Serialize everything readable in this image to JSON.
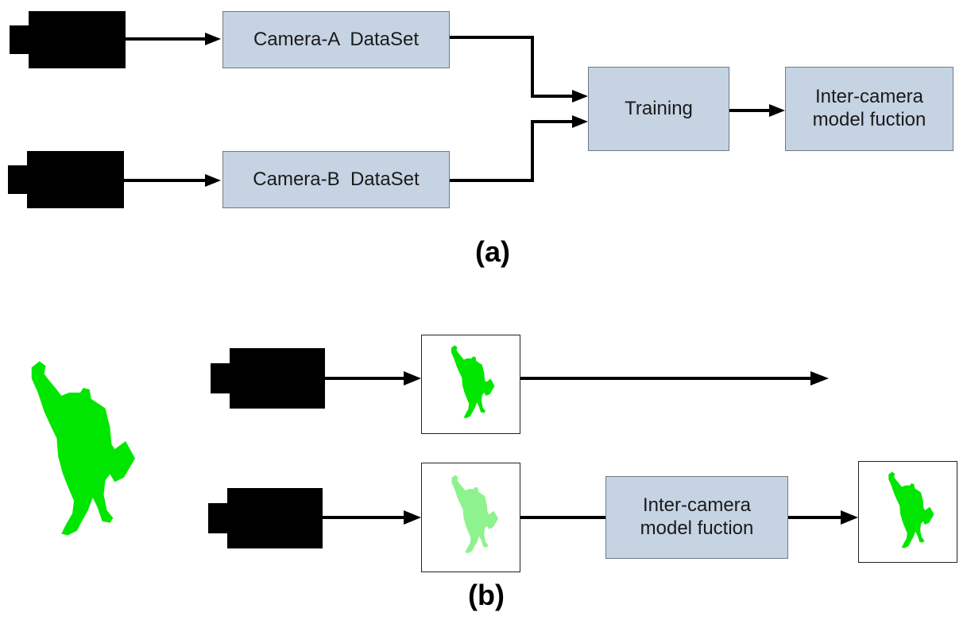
{
  "panel_a": {
    "camera_a_dataset": "Camera-A  DataSet",
    "camera_b_dataset": "Camera-B  DataSet",
    "training": "Training",
    "model_line1": "Inter-camera",
    "model_line2": "model fuction",
    "caption": "(a)"
  },
  "panel_b": {
    "model_line1": "Inter-camera",
    "model_line2": "model fuction",
    "caption": "(b)"
  },
  "colors": {
    "box_fill": "#c5d3e3",
    "person_green": "#00e600",
    "person_faded": "#8ef28e"
  },
  "icons": [
    "camera-icon",
    "person-silhouette-icon",
    "arrow-icon"
  ]
}
